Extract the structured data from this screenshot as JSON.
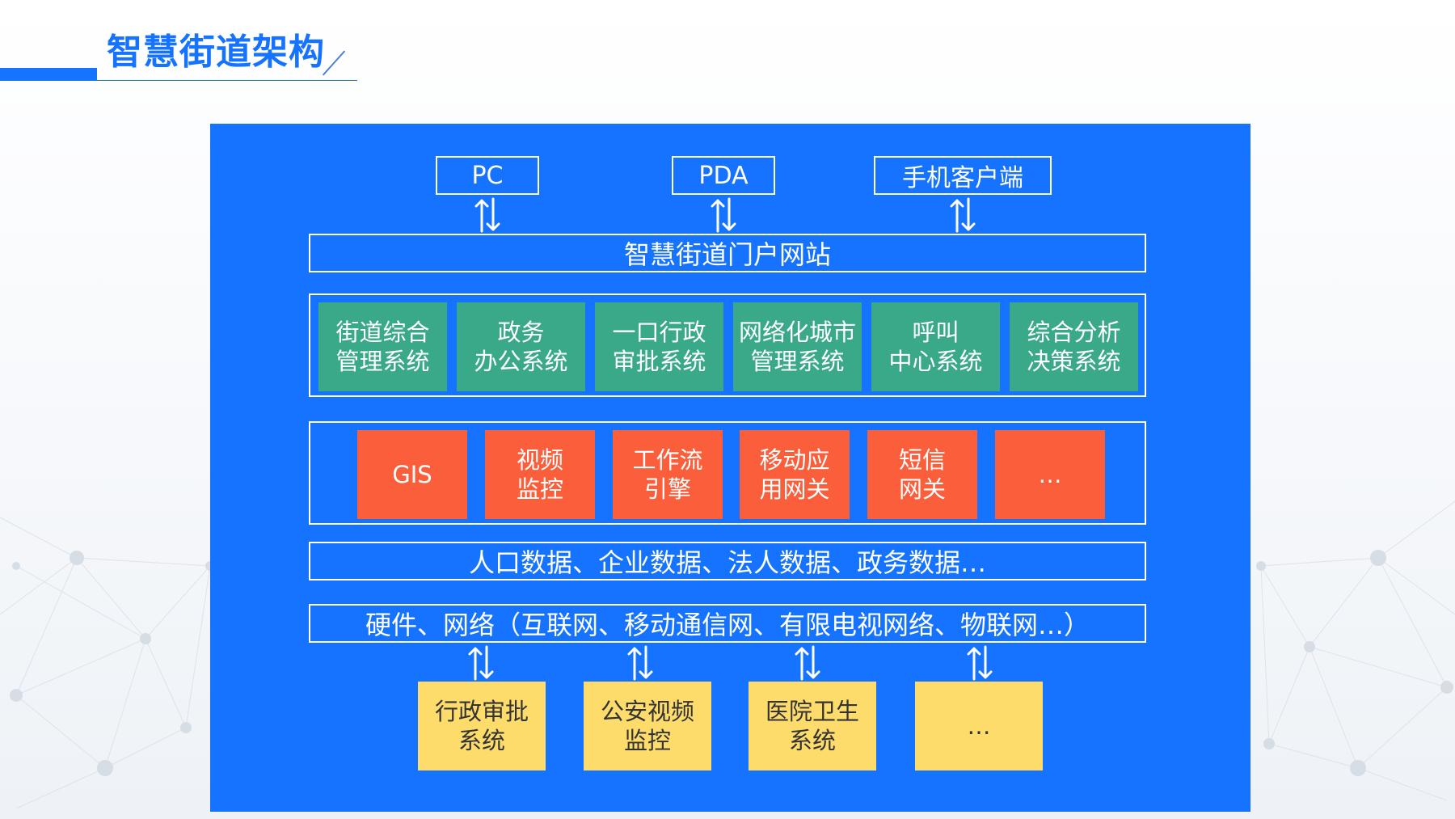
{
  "title": "智慧街道架构",
  "devices": [
    "PC",
    "PDA",
    "手机客户端"
  ],
  "portal": "智慧街道门户网站",
  "apps": [
    "街道综合\n管理系统",
    "政务\n办公系统",
    "一口行政\n审批系统",
    "网络化城市\n管理系统",
    "呼叫\n中心系统",
    "综合分析\n决策系统"
  ],
  "services": [
    "GIS",
    "视频\n监控",
    "工作流\n引擎",
    "移动应\n用网关",
    "短信\n网关",
    "…"
  ],
  "data_layer": "人口数据、企业数据、法人数据、政务数据…",
  "infra_layer": "硬件、网络（互联网、移动通信网、有限电视网络、物联网…）",
  "external": [
    "行政审批\n系统",
    "公安视频\n监控",
    "医院卫生\n系统",
    "…"
  ],
  "colors": {
    "panel": "#1673ff",
    "app_tile": "#3aa98a",
    "service_tile": "#fb5e3b",
    "external_tile": "#fddc6c",
    "title": "#1673ff"
  }
}
